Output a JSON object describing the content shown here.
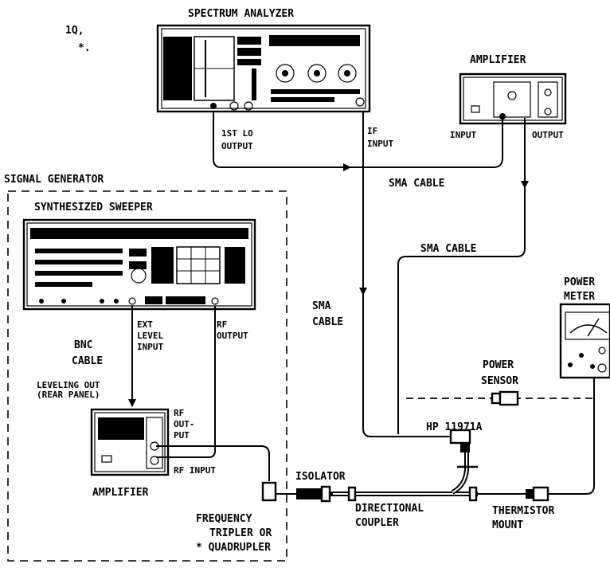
{
  "fragment": {
    "line1": "1Q,",
    "line2": "*."
  },
  "instruments": {
    "spectrum_analyzer": "SPECTRUM ANALYZER",
    "amplifier_top": "AMPLIFIER",
    "signal_generator": "SIGNAL GENERATOR",
    "synthesized_sweeper": "SYNTHESIZED SWEEPER",
    "amplifier_bottom": "AMPLIFIER",
    "power_meter_1": "POWER",
    "power_meter_2": "METER",
    "power_sensor_1": "POWER",
    "power_sensor_2": "SENSOR",
    "hp_coupler": "HP 11971A",
    "isolator": "ISOLATOR",
    "dir_coupler_1": "DIRECTIONAL",
    "dir_coupler_2": "COUPLER",
    "thermistor_1": "THERMISTOR",
    "thermistor_2": "MOUNT",
    "multiplier_1": "FREQUENCY",
    "multiplier_2": "TRIPLER OR",
    "multiplier_3": "* QUADRUPLER"
  },
  "ports": {
    "lo_out_1": "1ST LO",
    "lo_out_2": "OUTPUT",
    "if_in_1": "IF",
    "if_in_2": "INPUT",
    "amp_input": "INPUT",
    "amp_output": "OUTPUT",
    "ext_level_1": "EXT",
    "ext_level_2": "LEVEL",
    "ext_level_3": "INPUT",
    "rf_output_1": "RF",
    "rf_output_2": "OUTPUT",
    "leveling_1": "LEVELING OUT",
    "leveling_2": "(REAR PANEL)",
    "rf_out_1": "RF",
    "rf_out_2": "OUT-",
    "rf_out_3": "PUT",
    "rf_input": "RF INPUT"
  },
  "cables": {
    "sma_top": "SMA CABLE",
    "sma_mid": "SMA CABLE",
    "sma_left_1": "SMA",
    "sma_left_2": "CABLE",
    "bnc_1": "BNC",
    "bnc_2": "CABLE"
  }
}
